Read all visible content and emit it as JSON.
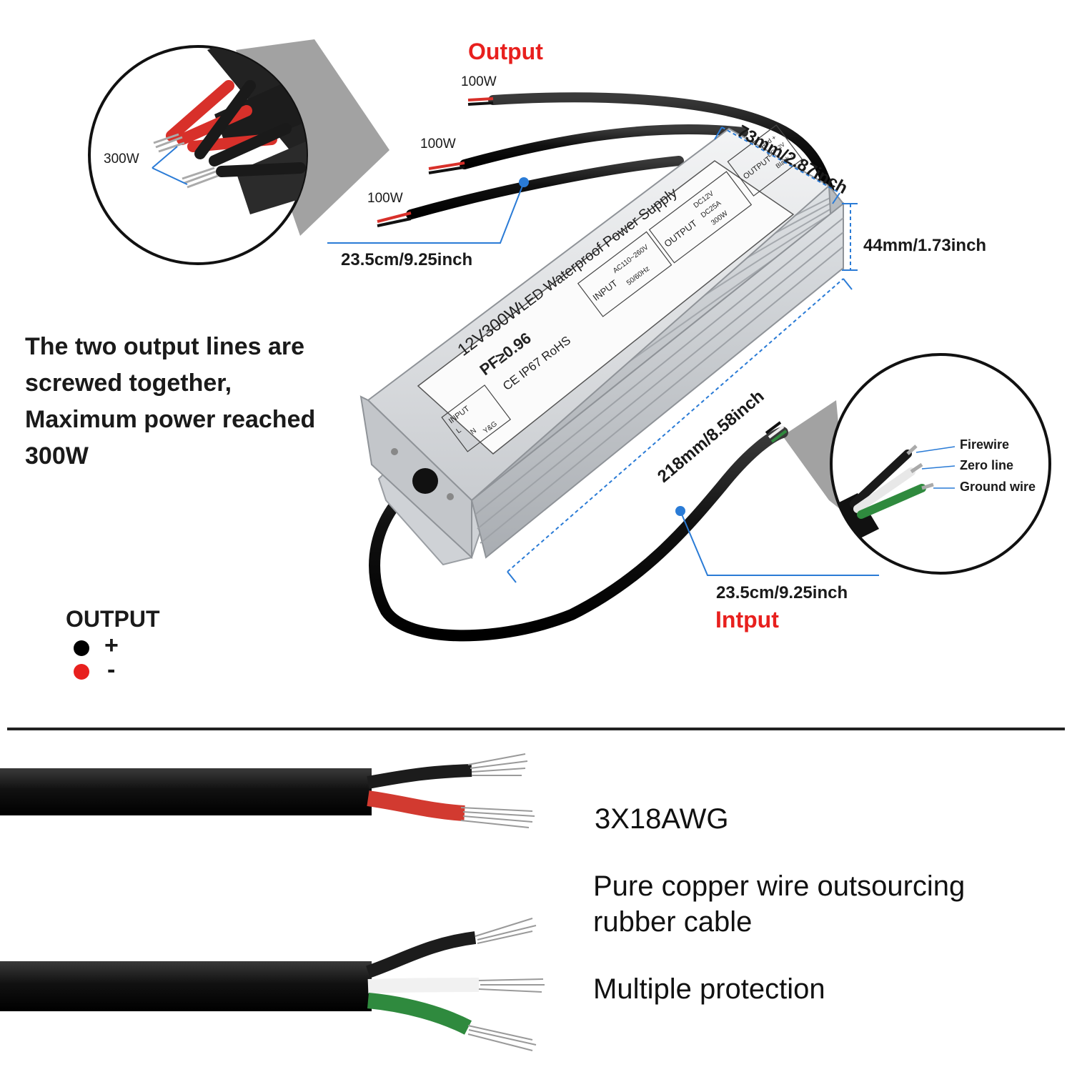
{
  "labels": {
    "output_red": "Output",
    "input_red": "Intput",
    "wire_top": "100W",
    "wire_mid": "100W",
    "wire_bot": "100W",
    "zoom_left_power": "300W",
    "dim_width": "73mm/2.87inch",
    "dim_height": "44mm/1.73inch",
    "dim_length": "218mm/8.58inch",
    "cable_out_len": "23.5cm/9.25inch",
    "cable_in_len": "23.5cm/9.25inch",
    "firewire": "Firewire",
    "zero_line": "Zero line",
    "ground_wire": "Ground wire"
  },
  "description_text": {
    "line1": "The two output lines are",
    "line2": "screwed together,",
    "line3": "Maximum power reached",
    "line4": "300W"
  },
  "legend": {
    "title": "OUTPUT",
    "black_sign": "+",
    "red_sign": "-",
    "black_color": "#000000",
    "red_color": "#e8201e"
  },
  "product_label": {
    "model": "12V300W",
    "name": "LED Waterproof Power Supply",
    "pf": "PF≥0.96",
    "certs": "CE IP67 RoHS",
    "input_title": "INPUT",
    "input_spec1": "AC110~260V",
    "input_spec2": "50/60Hz",
    "output_title": "OUTPUT",
    "output_spec1": "DC12V",
    "output_spec2": "DC25A",
    "output_spec3": "300W",
    "input_pins": "INPUT",
    "pin_l": "L",
    "pin_n": "N",
    "pin_g": "Y&G",
    "out_box_title": "OUTPUT",
    "out_red": "Red",
    "out_plus": "+",
    "out_dc": "DC 12V",
    "out_black": "Black",
    "out_minus": "-"
  },
  "cable_specs": {
    "gauge": "3X18AWG",
    "feature1_line1": "Pure copper wire outsourcing",
    "feature1_line2": "rubber cable",
    "feature2": "Multiple protection"
  },
  "colors": {
    "accent_red": "#e8201e",
    "dimension_blue": "#2a7bd6",
    "housing_silver": "#d7dadd",
    "wire_black": "#1e1e1e",
    "wire_red": "#d8302a",
    "wire_green": "#2f8a3e"
  }
}
